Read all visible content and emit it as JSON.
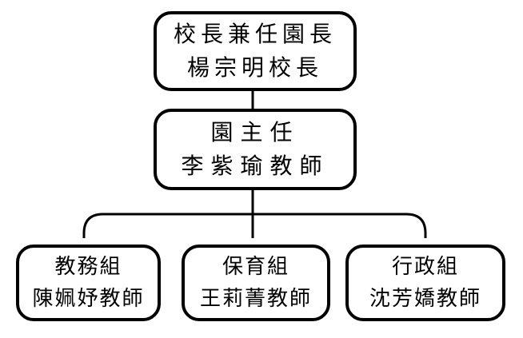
{
  "org_chart": {
    "nodes": {
      "principal": {
        "title": "校長兼任園長",
        "name": "楊宗明校長"
      },
      "director": {
        "title": "園主任",
        "name": "李紫瑜教師"
      },
      "departments": [
        {
          "title": "教務組",
          "name": "陳姵妤教師"
        },
        {
          "title": "保育組",
          "name": "王莉菁教師"
        },
        {
          "title": "行政組",
          "name": "沈芳嬌教師"
        }
      ]
    },
    "colors": {
      "line": "#000000",
      "box_border": "#000000",
      "box_fill": "#ffffff",
      "text": "#000000",
      "background": "#ffffff"
    }
  }
}
